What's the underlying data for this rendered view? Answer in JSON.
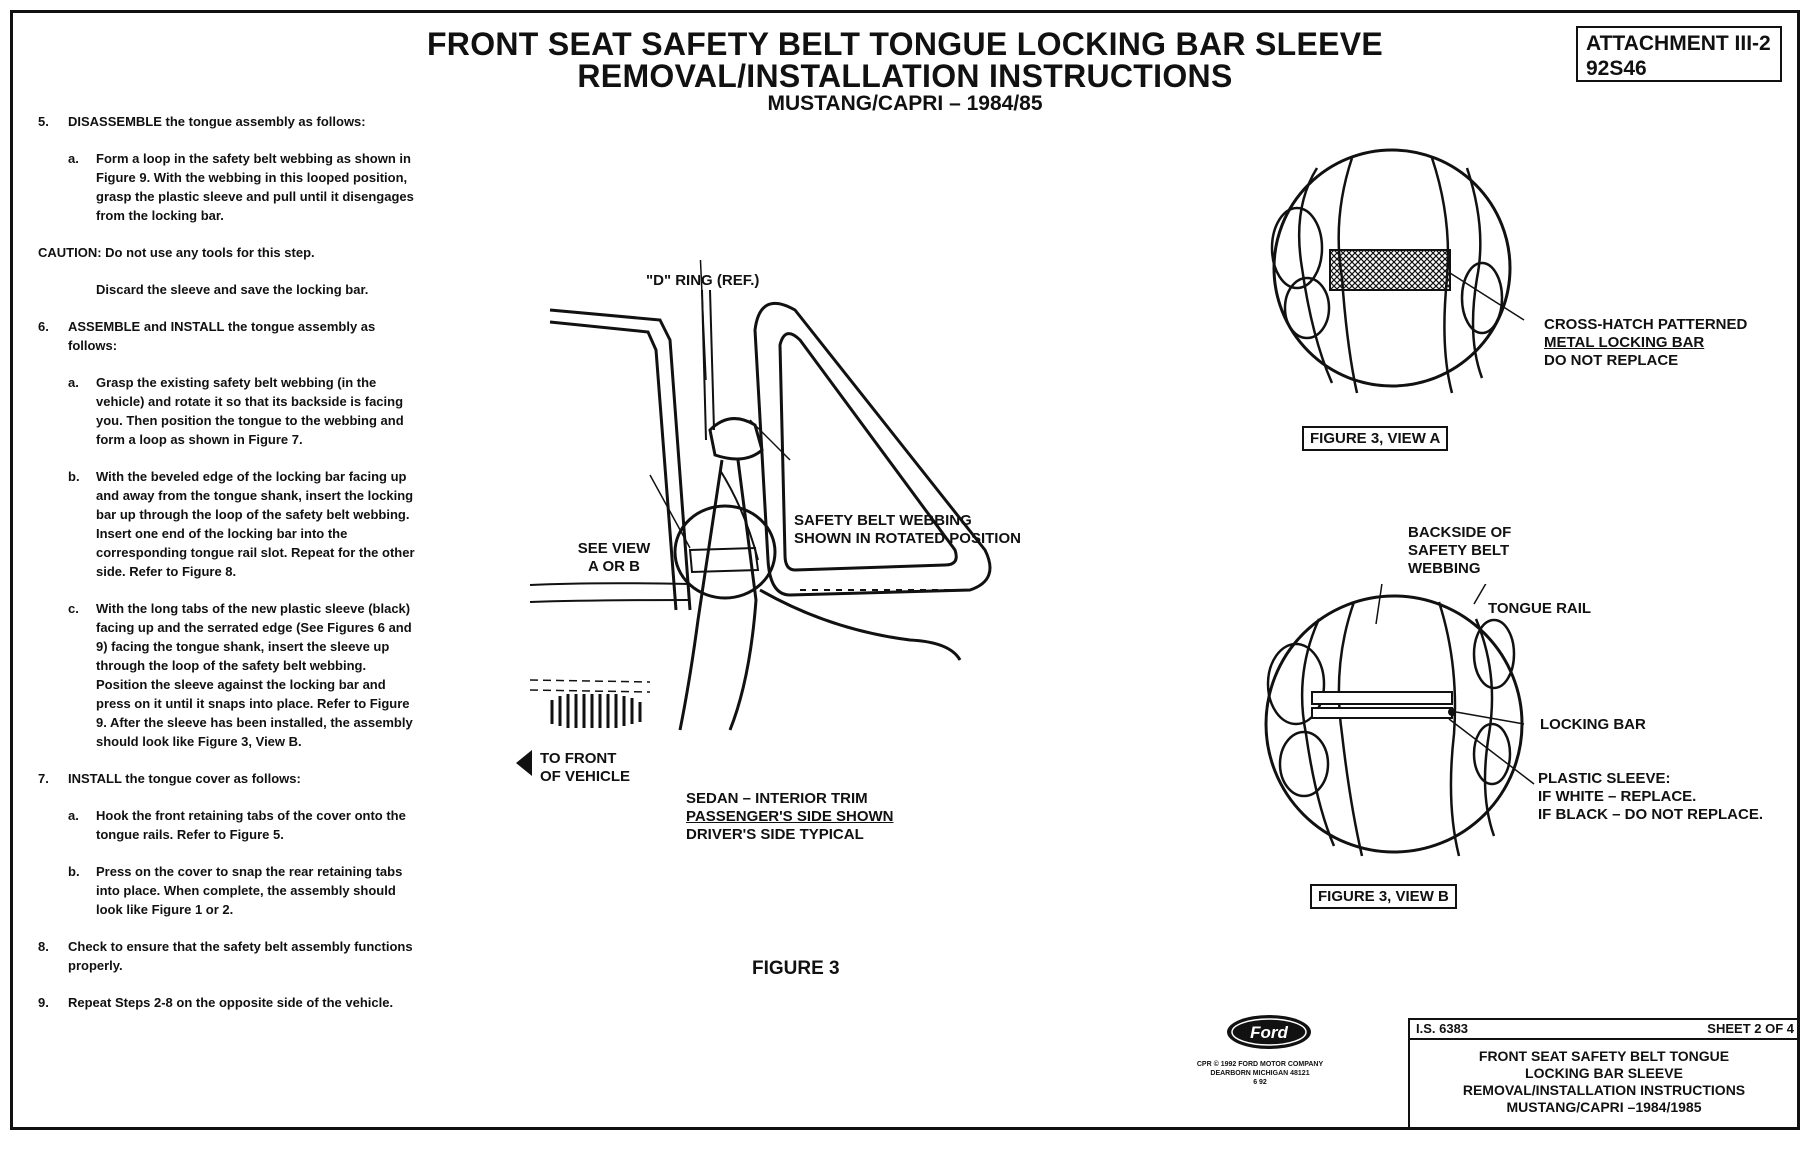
{
  "header": {
    "title_line1": "FRONT SEAT SAFETY BELT TONGUE LOCKING BAR SLEEVE",
    "title_line2": "REMOVAL/INSTALLATION INSTRUCTIONS",
    "title_line3": "MUSTANG/CAPRI – 1984/85",
    "attachment_line1": "ATTACHMENT III-2",
    "attachment_line2": "92S46"
  },
  "instructions": {
    "s5_num": "5.",
    "s5_text": "DISASSEMBLE the tongue assembly as follows:",
    "s5a_num": "a.",
    "s5a_text": "Form a loop in the safety belt webbing as shown in Figure 9. With the webbing in this looped position, grasp the plastic sleeve and pull until it disengages from the locking bar.",
    "caution": "CAUTION: Do not use any tools for this step.",
    "discard": "Discard the sleeve and save the locking bar.",
    "s6_num": "6.",
    "s6_text": "ASSEMBLE and INSTALL the tongue assembly as follows:",
    "s6a_num": "a.",
    "s6a_text": "Grasp the existing safety belt webbing (in the vehicle) and rotate it so that its backside is facing you. Then position the tongue to the webbing and form a loop as shown in Figure 7.",
    "s6b_num": "b.",
    "s6b_text": "With the beveled edge of the locking bar facing up and away from the tongue shank, insert the locking bar up through the loop of the safety belt webbing. Insert one end of the locking bar into the corresponding tongue rail slot. Repeat for the other side. Refer to Figure 8.",
    "s6c_num": "c.",
    "s6c_text": "With the long tabs of the new plastic sleeve (black) facing up and the serrated edge (See Figures 6 and 9) facing the tongue shank, insert the sleeve up through the loop of the safety belt webbing. Position the sleeve against the locking bar and press on it until it snaps into place. Refer to Figure 9. After the sleeve has been installed, the assembly should look like Figure 3, View B.",
    "s7_num": "7.",
    "s7_text": "INSTALL the tongue cover as follows:",
    "s7a_num": "a.",
    "s7a_text": "Hook the front retaining tabs of the cover onto the tongue rails. Refer to Figure 5.",
    "s7b_num": "b.",
    "s7b_text": "Press on the cover to snap the rear retaining tabs into place. When complete, the assembly should look like Figure 1 or 2.",
    "s8_num": "8.",
    "s8_text": "Check to ensure that the safety belt assembly functions properly.",
    "s9_num": "9.",
    "s9_text": "Repeat Steps 2-8 on the opposite side of the vehicle."
  },
  "figure3": {
    "d_ring": "\"D\" RING (REF.)",
    "see_view_1": "SEE VIEW",
    "see_view_2": "A OR B",
    "webbing_1": "SAFETY BELT WEBBING",
    "webbing_2": "SHOWN IN ROTATED POSITION",
    "front_1": "TO FRONT",
    "front_2": "OF VEHICLE",
    "caption_1": "SEDAN – INTERIOR TRIM",
    "caption_2": "PASSENGER'S SIDE SHOWN",
    "caption_3": "DRIVER'S SIDE TYPICAL",
    "figure_label": "FIGURE 3"
  },
  "view_a": {
    "label_1": "CROSS-HATCH PATTERNED",
    "label_2": "METAL LOCKING BAR",
    "label_3": "DO NOT REPLACE",
    "caption": "FIGURE 3, VIEW A"
  },
  "view_b": {
    "backside_1": "BACKSIDE OF",
    "backside_2": "SAFETY BELT",
    "backside_3": "WEBBING",
    "tongue_rail": "TONGUE RAIL",
    "locking_bar": "LOCKING BAR",
    "sleeve_1": "PLASTIC SLEEVE:",
    "sleeve_2": "IF WHITE – REPLACE.",
    "sleeve_3": "IF BLACK – DO NOT REPLACE.",
    "caption": "FIGURE 3, VIEW B"
  },
  "footer": {
    "logo_text": "Ford",
    "copyright_1": "CPR © 1992 FORD MOTOR COMPANY",
    "copyright_2": "DEARBORN MICHIGAN 48121",
    "copyright_3": "6 92",
    "is_number": "I.S. 6383",
    "sheet": "SHEET 2 OF 4",
    "tb_line1": "FRONT SEAT SAFETY BELT TONGUE",
    "tb_line2": "LOCKING BAR SLEEVE",
    "tb_line3": "REMOVAL/INSTALLATION INSTRUCTIONS",
    "tb_line4": "MUSTANG/CAPRI –1984/1985"
  }
}
